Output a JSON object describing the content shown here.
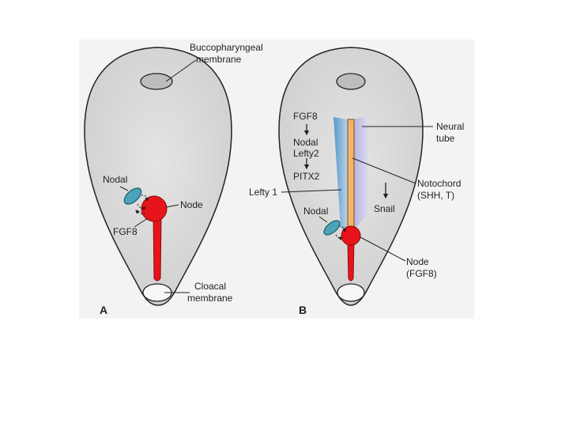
{
  "panel_a": {
    "letter": "A",
    "buccopharyngeal_line1": "Buccopharyngeal",
    "buccopharyngeal_line2": "membrane",
    "nodal": "Nodal",
    "node": "Node",
    "fgf8": "FGF8",
    "cloacal_line1": "Cloacal",
    "cloacal_line2": "membrane"
  },
  "panel_b": {
    "letter": "B",
    "cascade": [
      "FGF8",
      "Nodal",
      "Lefty2",
      "PITX2"
    ],
    "lefty1": "Lefty 1",
    "nodal": "Nodal",
    "snail": "Snail",
    "neural_tube_line1": "Neural",
    "neural_tube_line2": "tube",
    "notochord_line1": "Notochord",
    "notochord_line2": "(SHH, T)",
    "node_line1": "Node",
    "node_line2": "(FGF8)"
  },
  "colors": {
    "embryo_fill": "#d6d6d6",
    "panel_bg": "#f2f2f2",
    "node_red": "#e8141b",
    "nodal_teal": "#4aa3b8",
    "notochord_orange": "#f2b46a",
    "neural_tube_lavender": "#c7c6e6",
    "lefty_blue": "#7fb1d8"
  }
}
